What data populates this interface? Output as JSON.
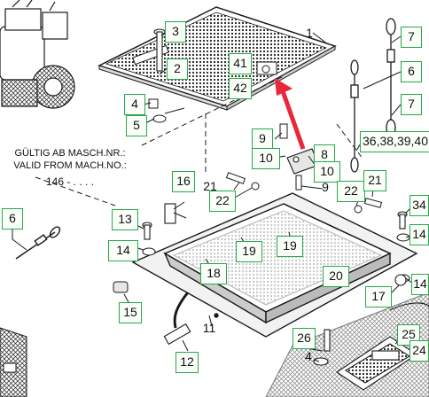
{
  "note": {
    "line1": "GÜLTIG AB MASCH.NR.:",
    "line2": "VALID FROM MACH.NO.:",
    "line3": "146 - . . . ."
  },
  "callouts": [
    "1",
    "2",
    "3",
    "4",
    "5",
    "6",
    "7",
    "7",
    "6",
    "41",
    "42",
    "9",
    "10",
    "8",
    "10",
    "9",
    "22",
    "21",
    "36,38,39,40",
    "16",
    "21",
    "22",
    "13",
    "14",
    "19",
    "19",
    "34",
    "14",
    "18",
    "20",
    "17",
    "14",
    "15",
    "11",
    "12",
    "26",
    "4",
    "25",
    "24"
  ],
  "colors": {
    "callout_border": "#27a84a",
    "arrow": "#e8283a",
    "line": "#1a1a1a"
  }
}
